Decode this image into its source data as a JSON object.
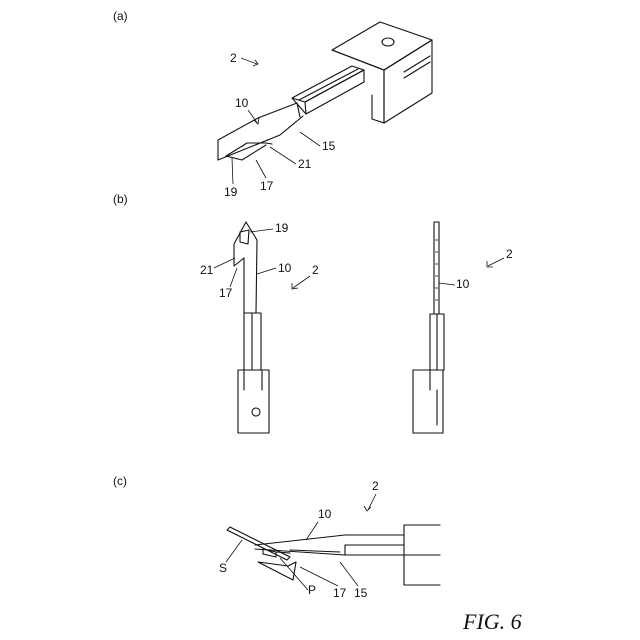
{
  "views": {
    "a": {
      "label": "(a)",
      "refs": {
        "assembly": "2",
        "terminal": "10",
        "edge": "15",
        "bend": "21",
        "tip": "19",
        "tab": "17"
      }
    },
    "b": {
      "label": "(b)",
      "front_refs": {
        "tip": "19",
        "bend": "21",
        "terminal": "10",
        "tab": "17",
        "assembly": "2"
      },
      "side_refs": {
        "assembly": "2",
        "terminal": "10"
      }
    },
    "c": {
      "label": "(c)",
      "refs": {
        "assembly": "2",
        "terminal": "10",
        "sheet": "S",
        "point": "P",
        "tab": "17",
        "edge": "15"
      }
    }
  },
  "caption": "FIG. 6"
}
